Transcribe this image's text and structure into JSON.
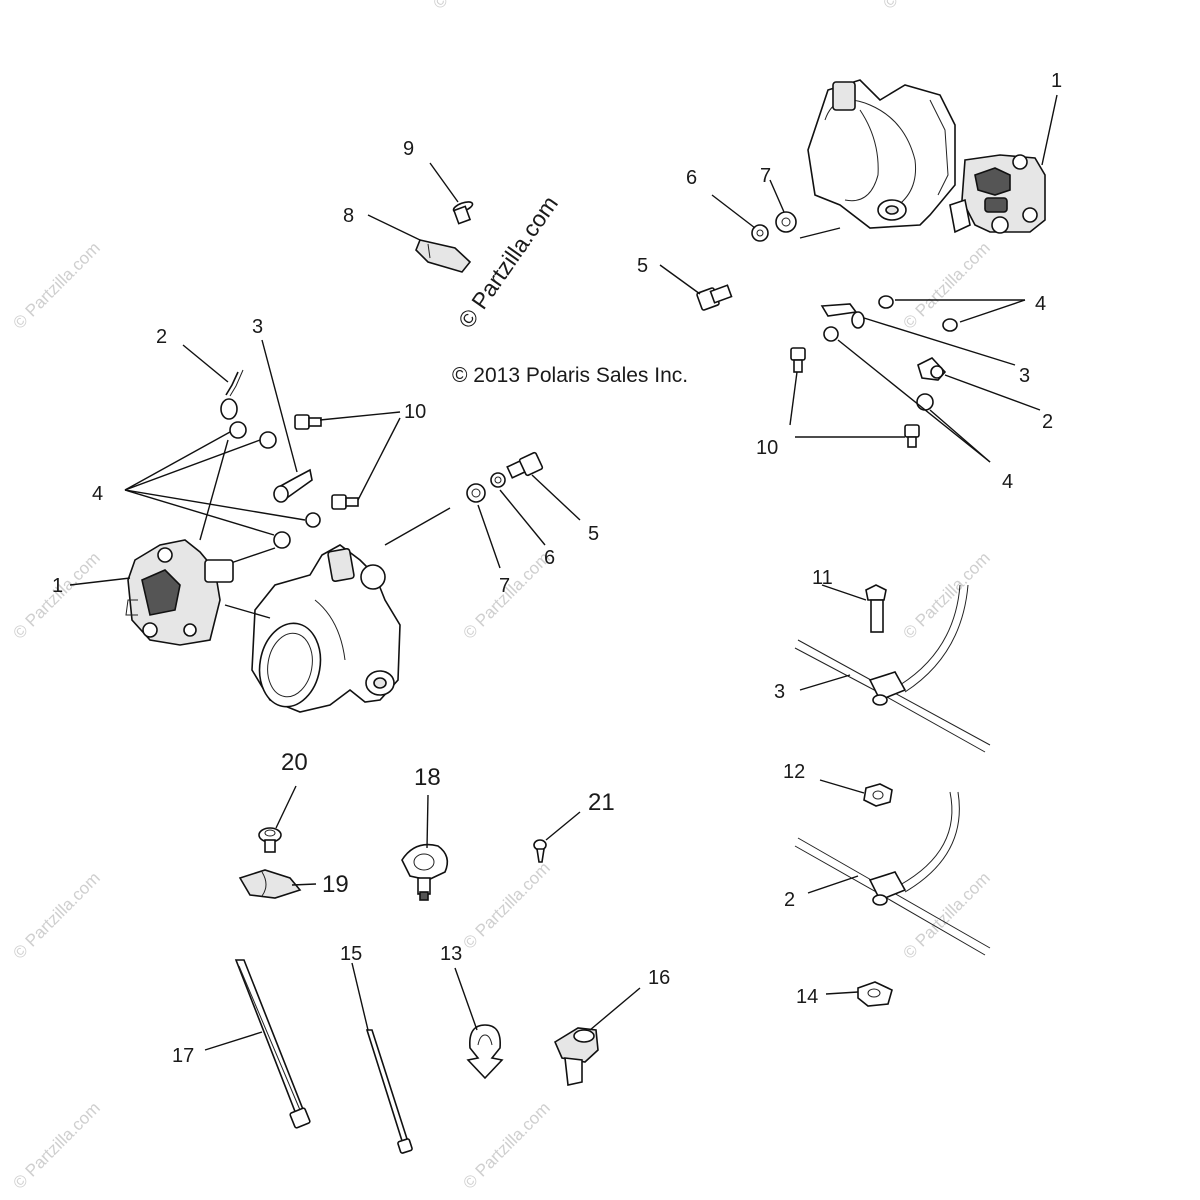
{
  "copyright": "© 2013 Polaris Sales Inc.",
  "brand_watermark": "© Partzilla.com",
  "background_watermarks": [
    "© Partzilla.com",
    "© Partzilla.com",
    "© Partzilla.com",
    "© Partzilla.com",
    "© Partzilla.com",
    "© Partzilla.com",
    "© Partzilla.com",
    "© Partzilla.com",
    "© Partzilla.com",
    "© Partzilla.com",
    "© Partzilla.com",
    "© Partzilla.com"
  ],
  "callouts": {
    "c1_right": "1",
    "c4_right": "4",
    "c3_right": "3",
    "c2_right": "2",
    "c10_right": "10",
    "c4_right_b": "4",
    "c6_right": "6",
    "c7_right": "7",
    "c5_right": "5",
    "c9": "9",
    "c8": "8",
    "c2_left": "2",
    "c3_left": "3",
    "c10_left": "10",
    "c4_left": "4",
    "c1_left": "1",
    "c5_left": "5",
    "c6_left": "6",
    "c7_left": "7",
    "c11": "11",
    "c3_line": "3",
    "c12": "12",
    "c2_line": "2",
    "c14": "14",
    "c20": "20",
    "c18": "18",
    "c21": "21",
    "c19": "19",
    "c17": "17",
    "c15": "15",
    "c13": "13",
    "c16": "16"
  }
}
